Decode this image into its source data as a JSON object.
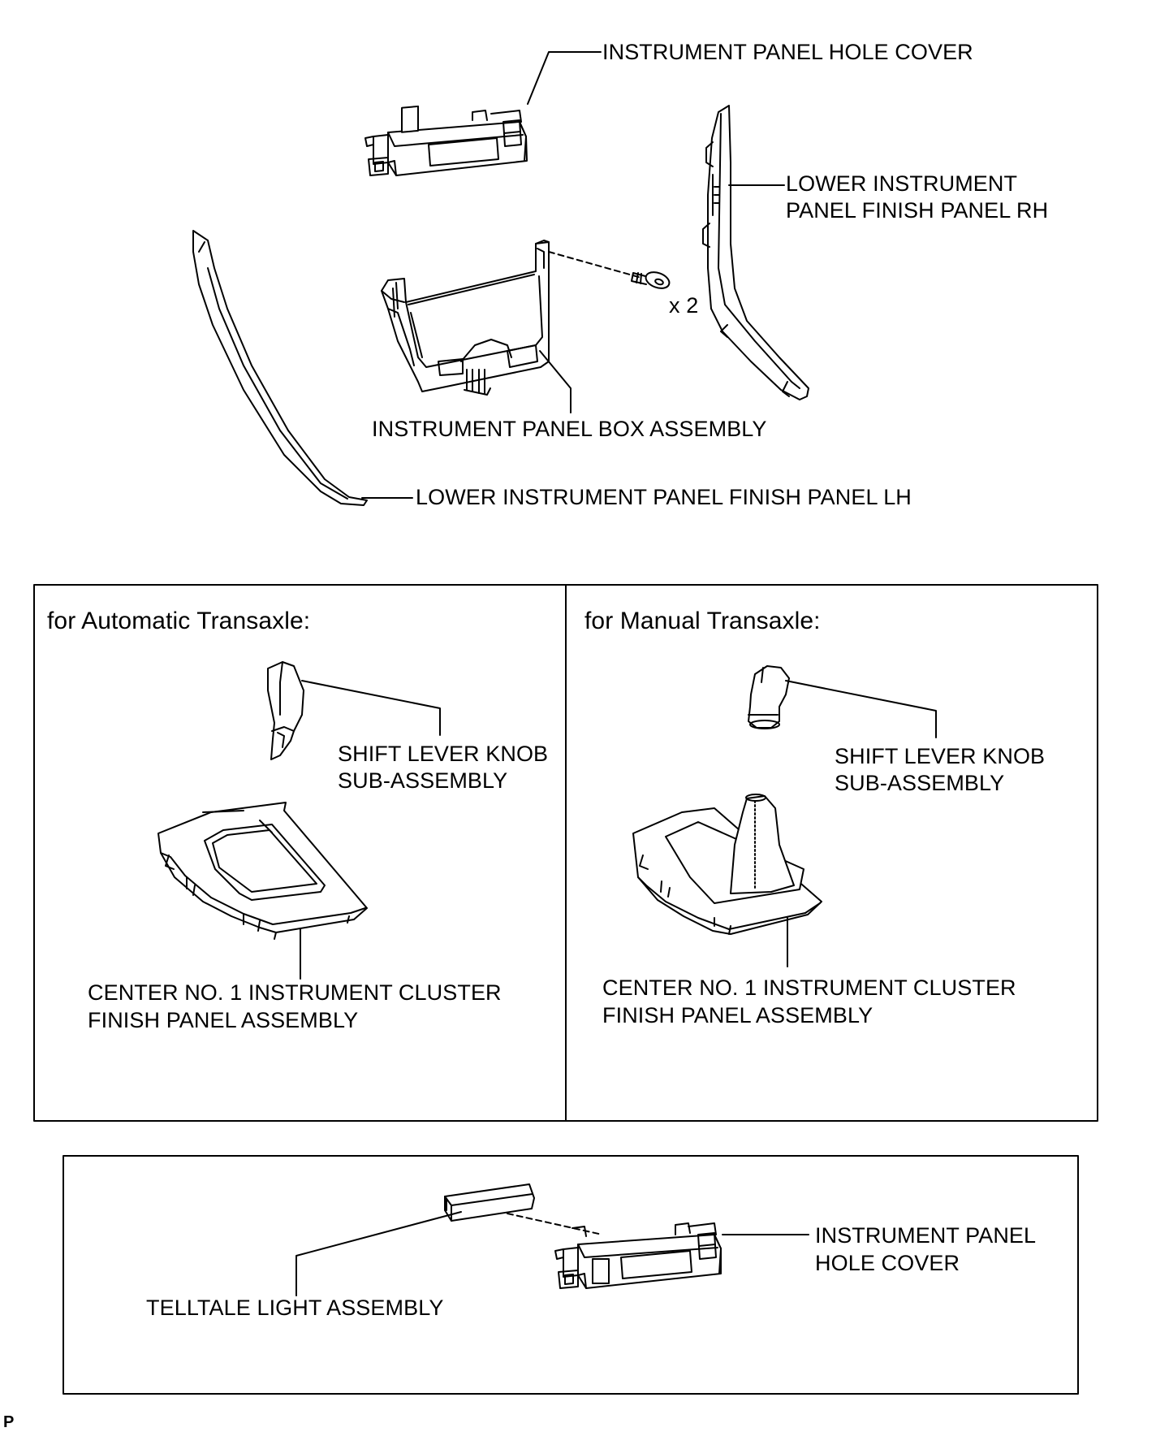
{
  "labels": {
    "hole_cover_top": "INSTRUMENT PANEL HOLE COVER",
    "finish_panel_rh_line1": "LOWER INSTRUMENT",
    "finish_panel_rh_line2": "PANEL FINISH PANEL RH",
    "screw_qty": "x 2",
    "box_assembly": "INSTRUMENT PANEL BOX ASSEMBLY",
    "finish_panel_lh": "LOWER INSTRUMENT PANEL FINISH PANEL LH"
  },
  "automatic": {
    "title": "for Automatic Transaxle:",
    "knob_line1": "SHIFT LEVER KNOB",
    "knob_line2": "SUB-ASSEMBLY",
    "panel_line1": "CENTER NO. 1 INSTRUMENT CLUSTER",
    "panel_line2": "FINISH PANEL ASSEMBLY"
  },
  "manual": {
    "title": "for Manual Transaxle:",
    "knob_line1": "SHIFT LEVER KNOB",
    "knob_line2": "SUB-ASSEMBLY",
    "panel_line1": "CENTER NO. 1 INSTRUMENT CLUSTER",
    "panel_line2": "FINISH PANEL ASSEMBLY"
  },
  "telltale": {
    "light": "TELLTALE LIGHT ASSEMBLY",
    "hole_cover_line1": "INSTRUMENT PANEL",
    "hole_cover_line2": "HOLE COVER"
  },
  "footer": {
    "ref": "P"
  }
}
